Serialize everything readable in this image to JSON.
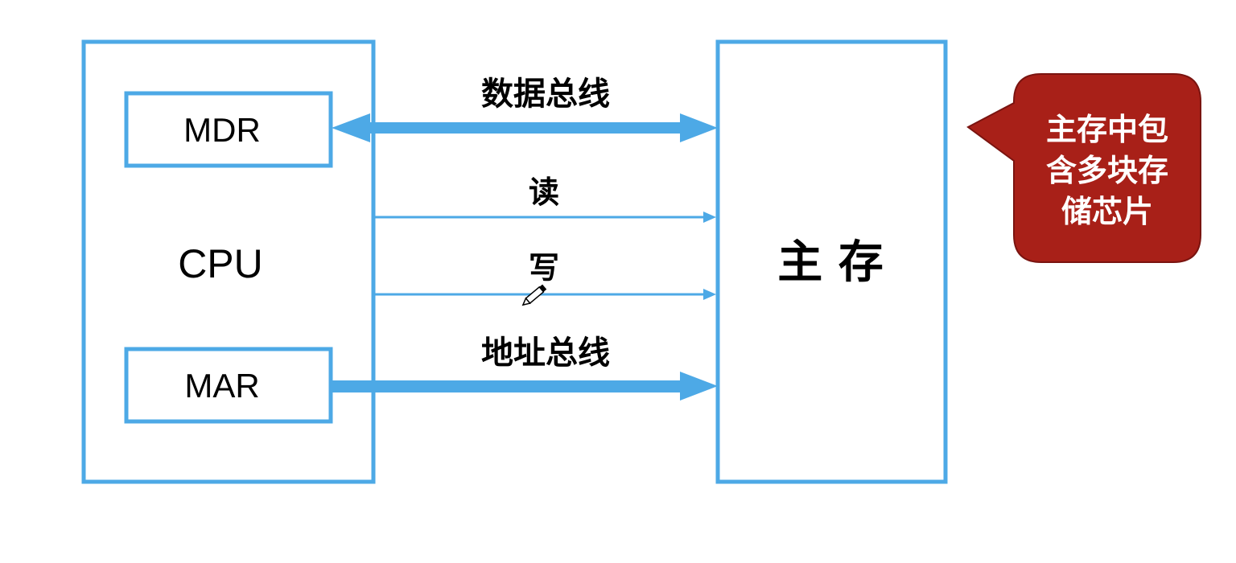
{
  "diagram": {
    "cpu": {
      "label": "CPU",
      "mdr_label": "MDR",
      "mar_label": "MAR"
    },
    "memory": {
      "label": "主 存"
    },
    "buses": {
      "data_bus_label": "数据总线",
      "read_label": "读",
      "write_label": "写",
      "address_bus_label": "地址总线"
    },
    "callout": {
      "lines": [
        "主存中包",
        "含多块存",
        "储芯片"
      ]
    },
    "colors": {
      "line_blue": "#4DA9E6",
      "callout_red": "#A82018",
      "callout_border": "#7A1410",
      "callout_text": "#ffffff",
      "text": "#000000"
    }
  }
}
